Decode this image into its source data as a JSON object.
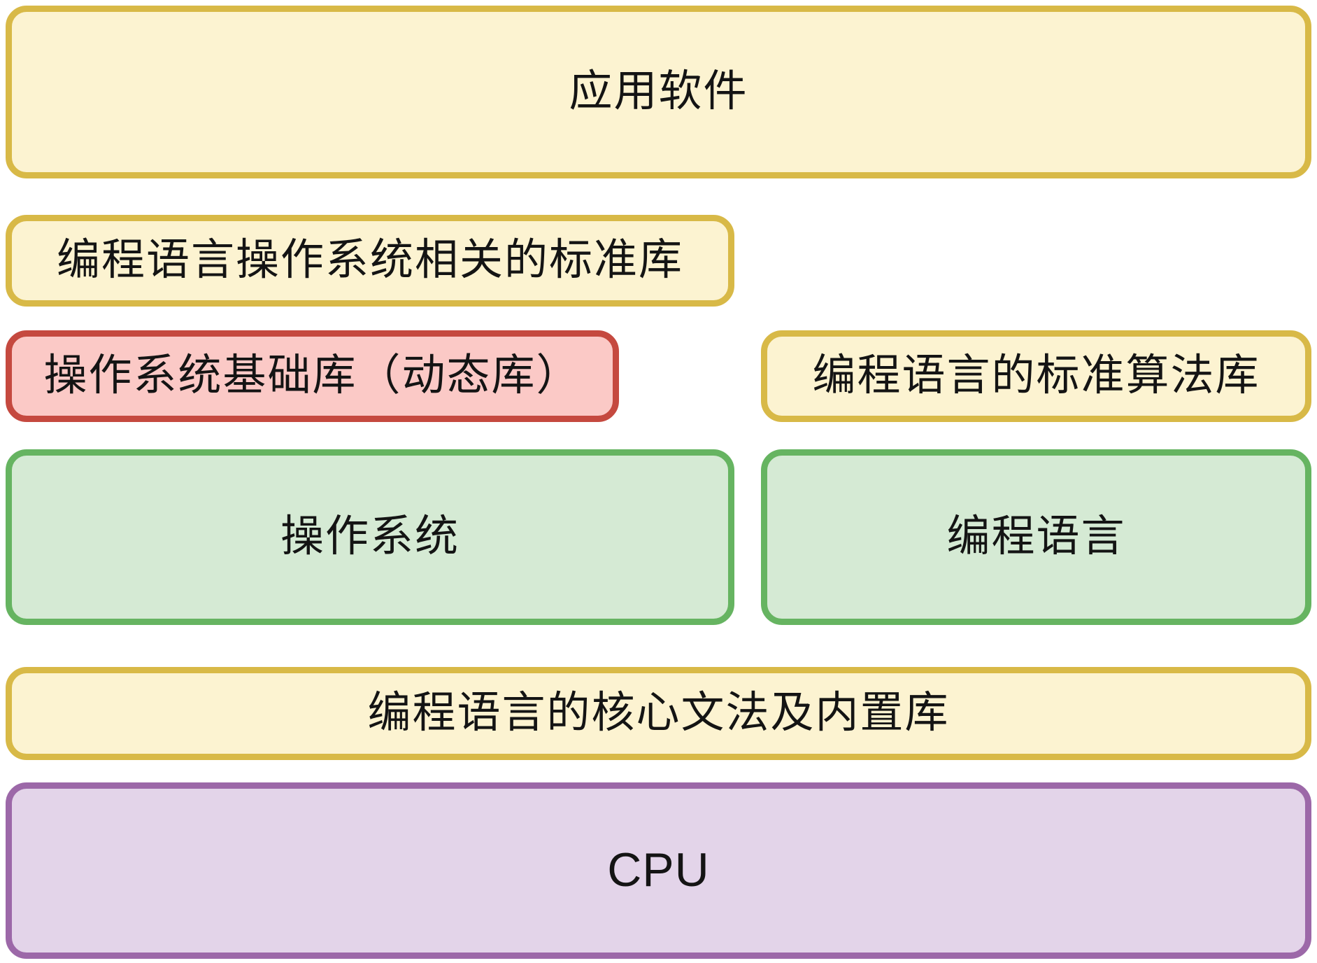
{
  "diagram": {
    "description": "software stack layer diagram",
    "boxes": {
      "app_software": {
        "label": "应用软件",
        "fill": "#FCF3D1",
        "border": "#D8B947"
      },
      "lang_os_std_lib": {
        "label": "编程语言操作系统相关的标准库",
        "fill": "#FCF3D1",
        "border": "#D8B947"
      },
      "os_base_lib": {
        "label": "操作系统基础库（动态库）",
        "fill": "#FBC9C6",
        "border": "#C5493F"
      },
      "lang_std_algo_lib": {
        "label": "编程语言的标准算法库",
        "fill": "#FCF3D1",
        "border": "#D8B947"
      },
      "os": {
        "label": "操作系统",
        "fill": "#D5EAD4",
        "border": "#66B461"
      },
      "lang": {
        "label": "编程语言",
        "fill": "#D5EAD4",
        "border": "#66B461"
      },
      "lang_core_lib": {
        "label": "编程语言的核心文法及内置库",
        "fill": "#FCF3D1",
        "border": "#D8B947"
      },
      "cpu": {
        "label": "CPU",
        "fill": "#E3D4E9",
        "border": "#9C68A8"
      }
    },
    "palette": {
      "text": "#141414",
      "background": "#FFFFFF"
    }
  }
}
